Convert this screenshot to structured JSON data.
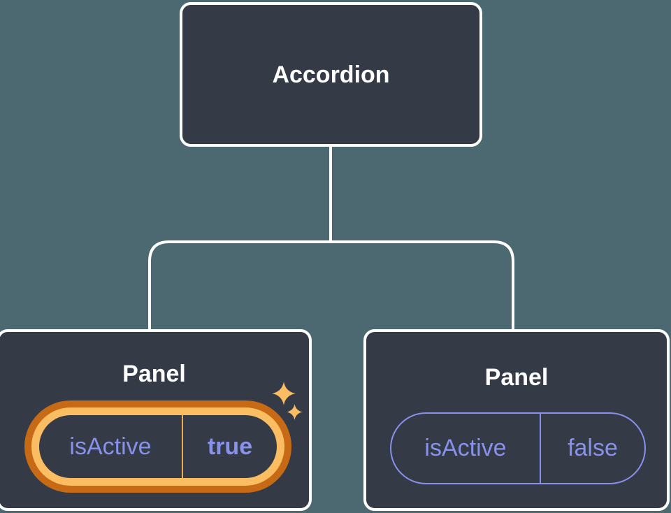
{
  "diagram": {
    "type": "component-tree",
    "root": {
      "label": "Accordion"
    },
    "children": [
      {
        "label": "Panel",
        "state": {
          "key": "isActive",
          "value": "true"
        },
        "highlighted": true
      },
      {
        "label": "Panel",
        "state": {
          "key": "isActive",
          "value": "false"
        },
        "highlighted": false
      }
    ]
  },
  "colors": {
    "bg": "#4C6871",
    "node-fill": "#343A46",
    "node-border": "#FFFFFF",
    "title-text": "#FFFFFF",
    "state-purple": "#8891EC",
    "highlight-orange-dark": "#C76A15",
    "highlight-orange-light": "#FABD62",
    "divider-orange": "#EFA94F",
    "sparkle": "#FABD62"
  },
  "icons": {
    "sparkle-large-icon": "four-point-star",
    "sparkle-small-icon": "four-point-star"
  }
}
